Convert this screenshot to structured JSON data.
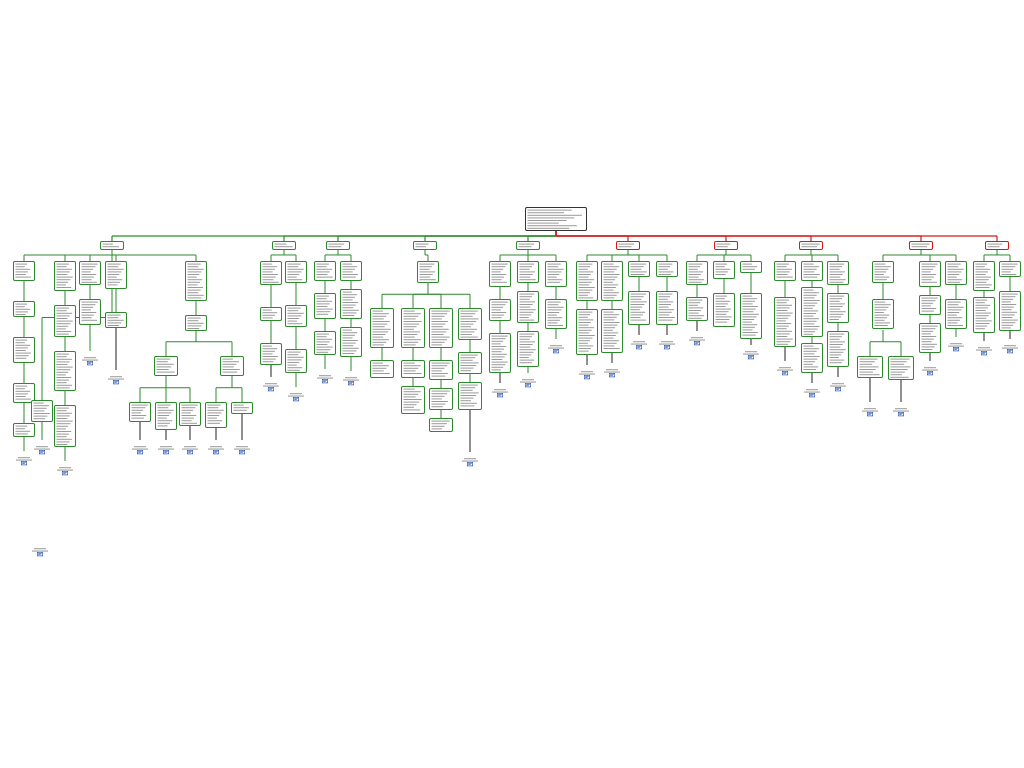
{
  "colors": {
    "edge_supporting": "#2c8a2c",
    "edge_opposing": "#d11a1a",
    "border_root": "#333333",
    "doc_icon": "#1f4fb0",
    "background": "#ffffff"
  },
  "icons": {
    "leaf_source": "document-icon"
  },
  "root": {
    "text": "",
    "border": "root"
  },
  "branches": [
    {
      "tone": "supporting",
      "label": ""
    },
    {
      "tone": "supporting",
      "label": ""
    },
    {
      "tone": "supporting",
      "label": ""
    },
    {
      "tone": "supporting",
      "label": ""
    },
    {
      "tone": "supporting",
      "label": ""
    },
    {
      "tone": "opposing",
      "label": ""
    },
    {
      "tone": "opposing",
      "label": ""
    },
    {
      "tone": "opposing",
      "label": ""
    },
    {
      "tone": "opposing",
      "label": ""
    },
    {
      "tone": "opposing",
      "label": ""
    }
  ],
  "legend": {
    "note": ""
  }
}
